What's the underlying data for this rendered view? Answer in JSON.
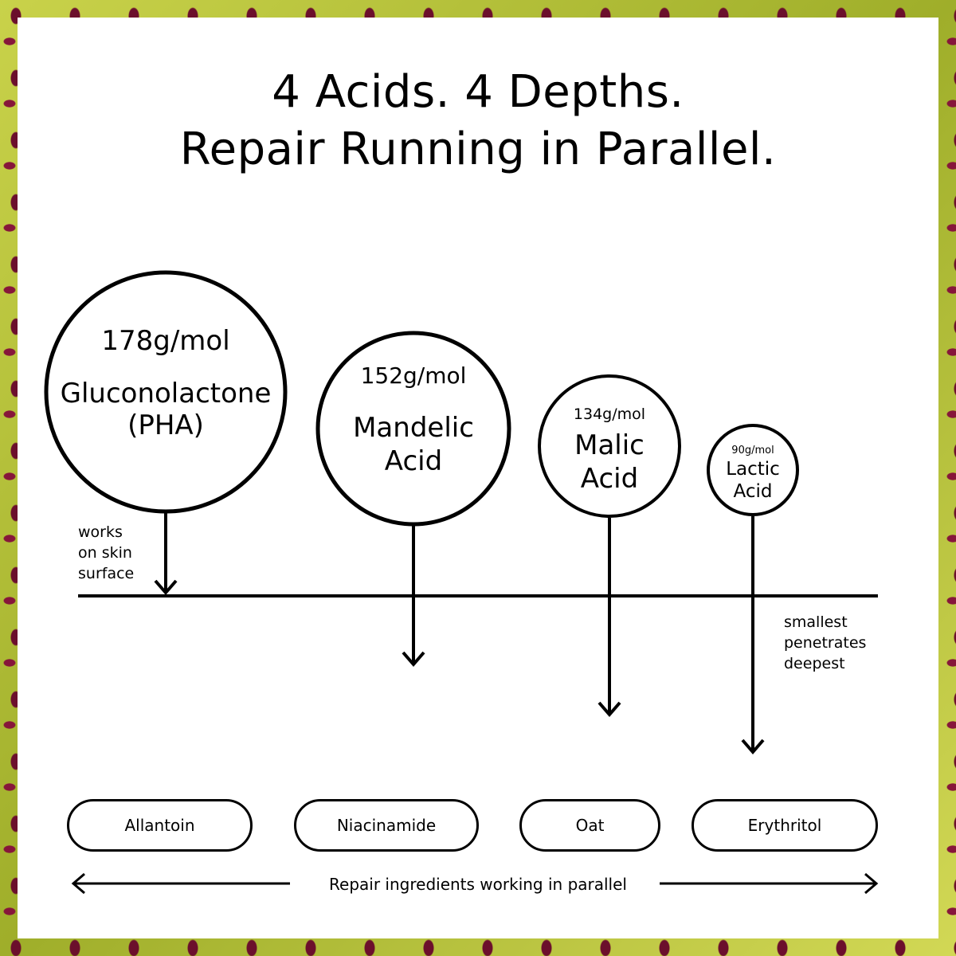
{
  "title": {
    "line1": "4 Acids. 4 Depths.",
    "line2": "Repair Running in Parallel."
  },
  "acids": [
    {
      "weight": "178g/mol",
      "name_line1": "Gluconolactone",
      "name_line2": "(PHA)"
    },
    {
      "weight": "152g/mol",
      "name_line1": "Mandelic",
      "name_line2": "Acid"
    },
    {
      "weight": "134g/mol",
      "name_line1": "Malic",
      "name_line2": "Acid"
    },
    {
      "weight": "90g/mol",
      "name_line1": "Lactic",
      "name_line2": "Acid"
    }
  ],
  "notes": {
    "surface": "works\non skin\nsurface",
    "deepest": "smallest\npenetrates\ndeepest"
  },
  "repair_ingredients": [
    {
      "label": "Allantoin"
    },
    {
      "label": "Niacinamide"
    },
    {
      "label": "Oat"
    },
    {
      "label": "Erythritol"
    }
  ],
  "footer": {
    "label": "Repair ingredients working in parallel"
  },
  "colors": {
    "ink": "#000000",
    "panel": "#ffffff",
    "frame_base": "#b9c43a",
    "frame_spots": "#6b0f2c"
  }
}
